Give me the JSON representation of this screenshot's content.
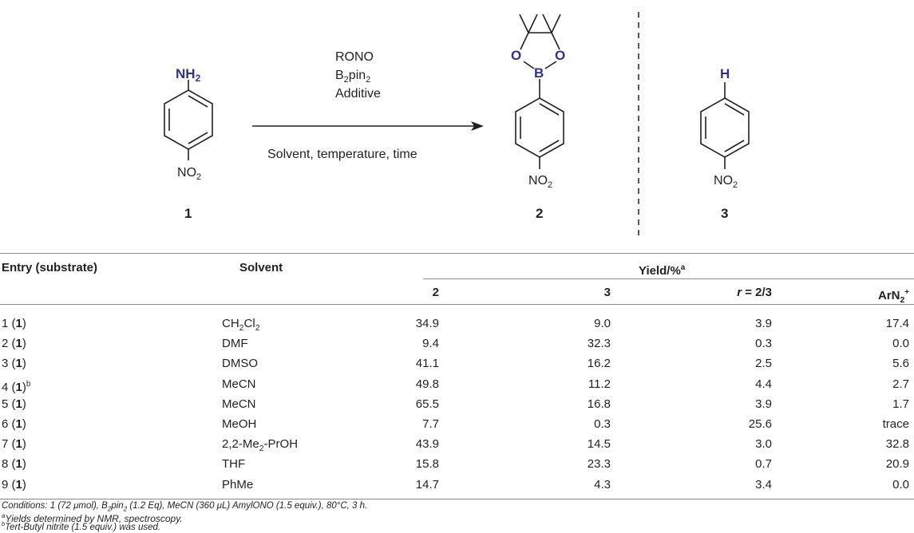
{
  "scheme": {
    "reagents": [
      "RONO",
      "B",
      "2",
      "pin",
      "2",
      "Additive"
    ],
    "conditions": "Solvent, temperature, time",
    "compounds": [
      {
        "label": "1",
        "substituent": "NH2",
        "para": "NO2"
      },
      {
        "label": "2",
        "substituent": "Bpin",
        "para": "NO2"
      },
      {
        "label": "3",
        "substituent": "H",
        "para": "NO2"
      }
    ],
    "atoms": {
      "N": "N",
      "H": "H",
      "O": "O",
      "B": "B",
      "sub2": "2"
    }
  },
  "table": {
    "header": {
      "entry": "Entry (substrate)",
      "solvent": "Solvent",
      "yield": "Yield/%",
      "yield_sup": "a",
      "col2": "2",
      "col3": "3",
      "r_italic": "r",
      "r_rest": " = 2/3",
      "arn2": "ArN",
      "arn2_sub": "2",
      "arn2_sup": "+"
    },
    "rows": [
      {
        "entry": "1",
        "sub": "1",
        "sup": "",
        "solvent": [
          "CH",
          "2",
          "Cl",
          "2",
          ""
        ],
        "y2": "34.9",
        "y3": "9.0",
        "r": "3.9",
        "arn": "17.4"
      },
      {
        "entry": "2",
        "sub": "1",
        "sup": "",
        "solvent": [
          "DMF"
        ],
        "y2": "9.4",
        "y3": "32.3",
        "r": "0.3",
        "arn": "0.0"
      },
      {
        "entry": "3",
        "sub": "1",
        "sup": "",
        "solvent": [
          "DMSO"
        ],
        "y2": "41.1",
        "y3": "16.2",
        "r": "2.5",
        "arn": "5.6"
      },
      {
        "entry": "4",
        "sub": "1",
        "sup": "b",
        "solvent": [
          "MeCN"
        ],
        "y2": "49.8",
        "y3": "11.2",
        "r": "4.4",
        "arn": "2.7"
      },
      {
        "entry": "5",
        "sub": "1",
        "sup": "",
        "solvent": [
          "MeCN"
        ],
        "y2": "65.5",
        "y3": "16.8",
        "r": "3.9",
        "arn": "1.7"
      },
      {
        "entry": "6",
        "sub": "1",
        "sup": "",
        "solvent": [
          "MeOH"
        ],
        "y2": "7.7",
        "y3": "0.3",
        "r": "25.6",
        "arn": "trace"
      },
      {
        "entry": "7",
        "sub": "1",
        "sup": "",
        "solvent": [
          "2,2-Me",
          "2",
          "-PrOH"
        ],
        "y2": "43.9",
        "y3": "14.5",
        "r": "3.0",
        "arn": "32.8"
      },
      {
        "entry": "8",
        "sub": "1",
        "sup": "",
        "solvent": [
          "THF"
        ],
        "y2": "15.8",
        "y3": "23.3",
        "r": "0.7",
        "arn": "20.9"
      },
      {
        "entry": "9",
        "sub": "1",
        "sup": "",
        "solvent": [
          "PhMe"
        ],
        "y2": "14.7",
        "y3": "4.3",
        "r": "3.4",
        "arn": "0.0"
      }
    ]
  },
  "footnotes": {
    "conditions_a": "Conditions: 1 (72 μmol), B",
    "conditions_sub": "2",
    "conditions_b": "pin",
    "conditions_sub2": "2",
    "conditions_c": " (1.2 Eq), MeCN (360 μL) AmylONO (1.5 equiv.), 80°C, 3 h.",
    "a_mark": "a",
    "a_text": "Yields determined by NMR, spectroscopy.",
    "b_mark": "b",
    "b_text": "Tert-Butyl nitrite (1.5 equiv.) was used."
  }
}
